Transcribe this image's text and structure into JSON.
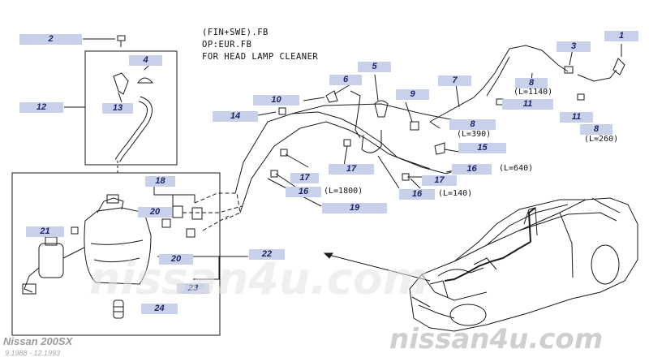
{
  "header_note": {
    "line1": "(FIN+SWE).FB",
    "line2": "OP:EUR.FB",
    "line3": "FOR HEAD LAMP CLEANER"
  },
  "callouts": [
    "2",
    "4",
    "12",
    "13",
    "3",
    "1",
    "5",
    "6",
    "7",
    "8",
    "9",
    "10",
    "11",
    "14",
    "15",
    "16",
    "17",
    "18",
    "19",
    "20",
    "21",
    "22",
    "23",
    "24"
  ],
  "lengths": {
    "l1140": "(L=1140)",
    "l390": "(L=390)",
    "l260": "(L=260)",
    "l640": "(L=640)",
    "l1800": "(L=1800)",
    "l140": "(L=140)"
  },
  "watermark": {
    "text": "nissan4u.com"
  },
  "footer": {
    "model": "Nissan 200SX",
    "years": "9.1988 - 12.1993"
  }
}
